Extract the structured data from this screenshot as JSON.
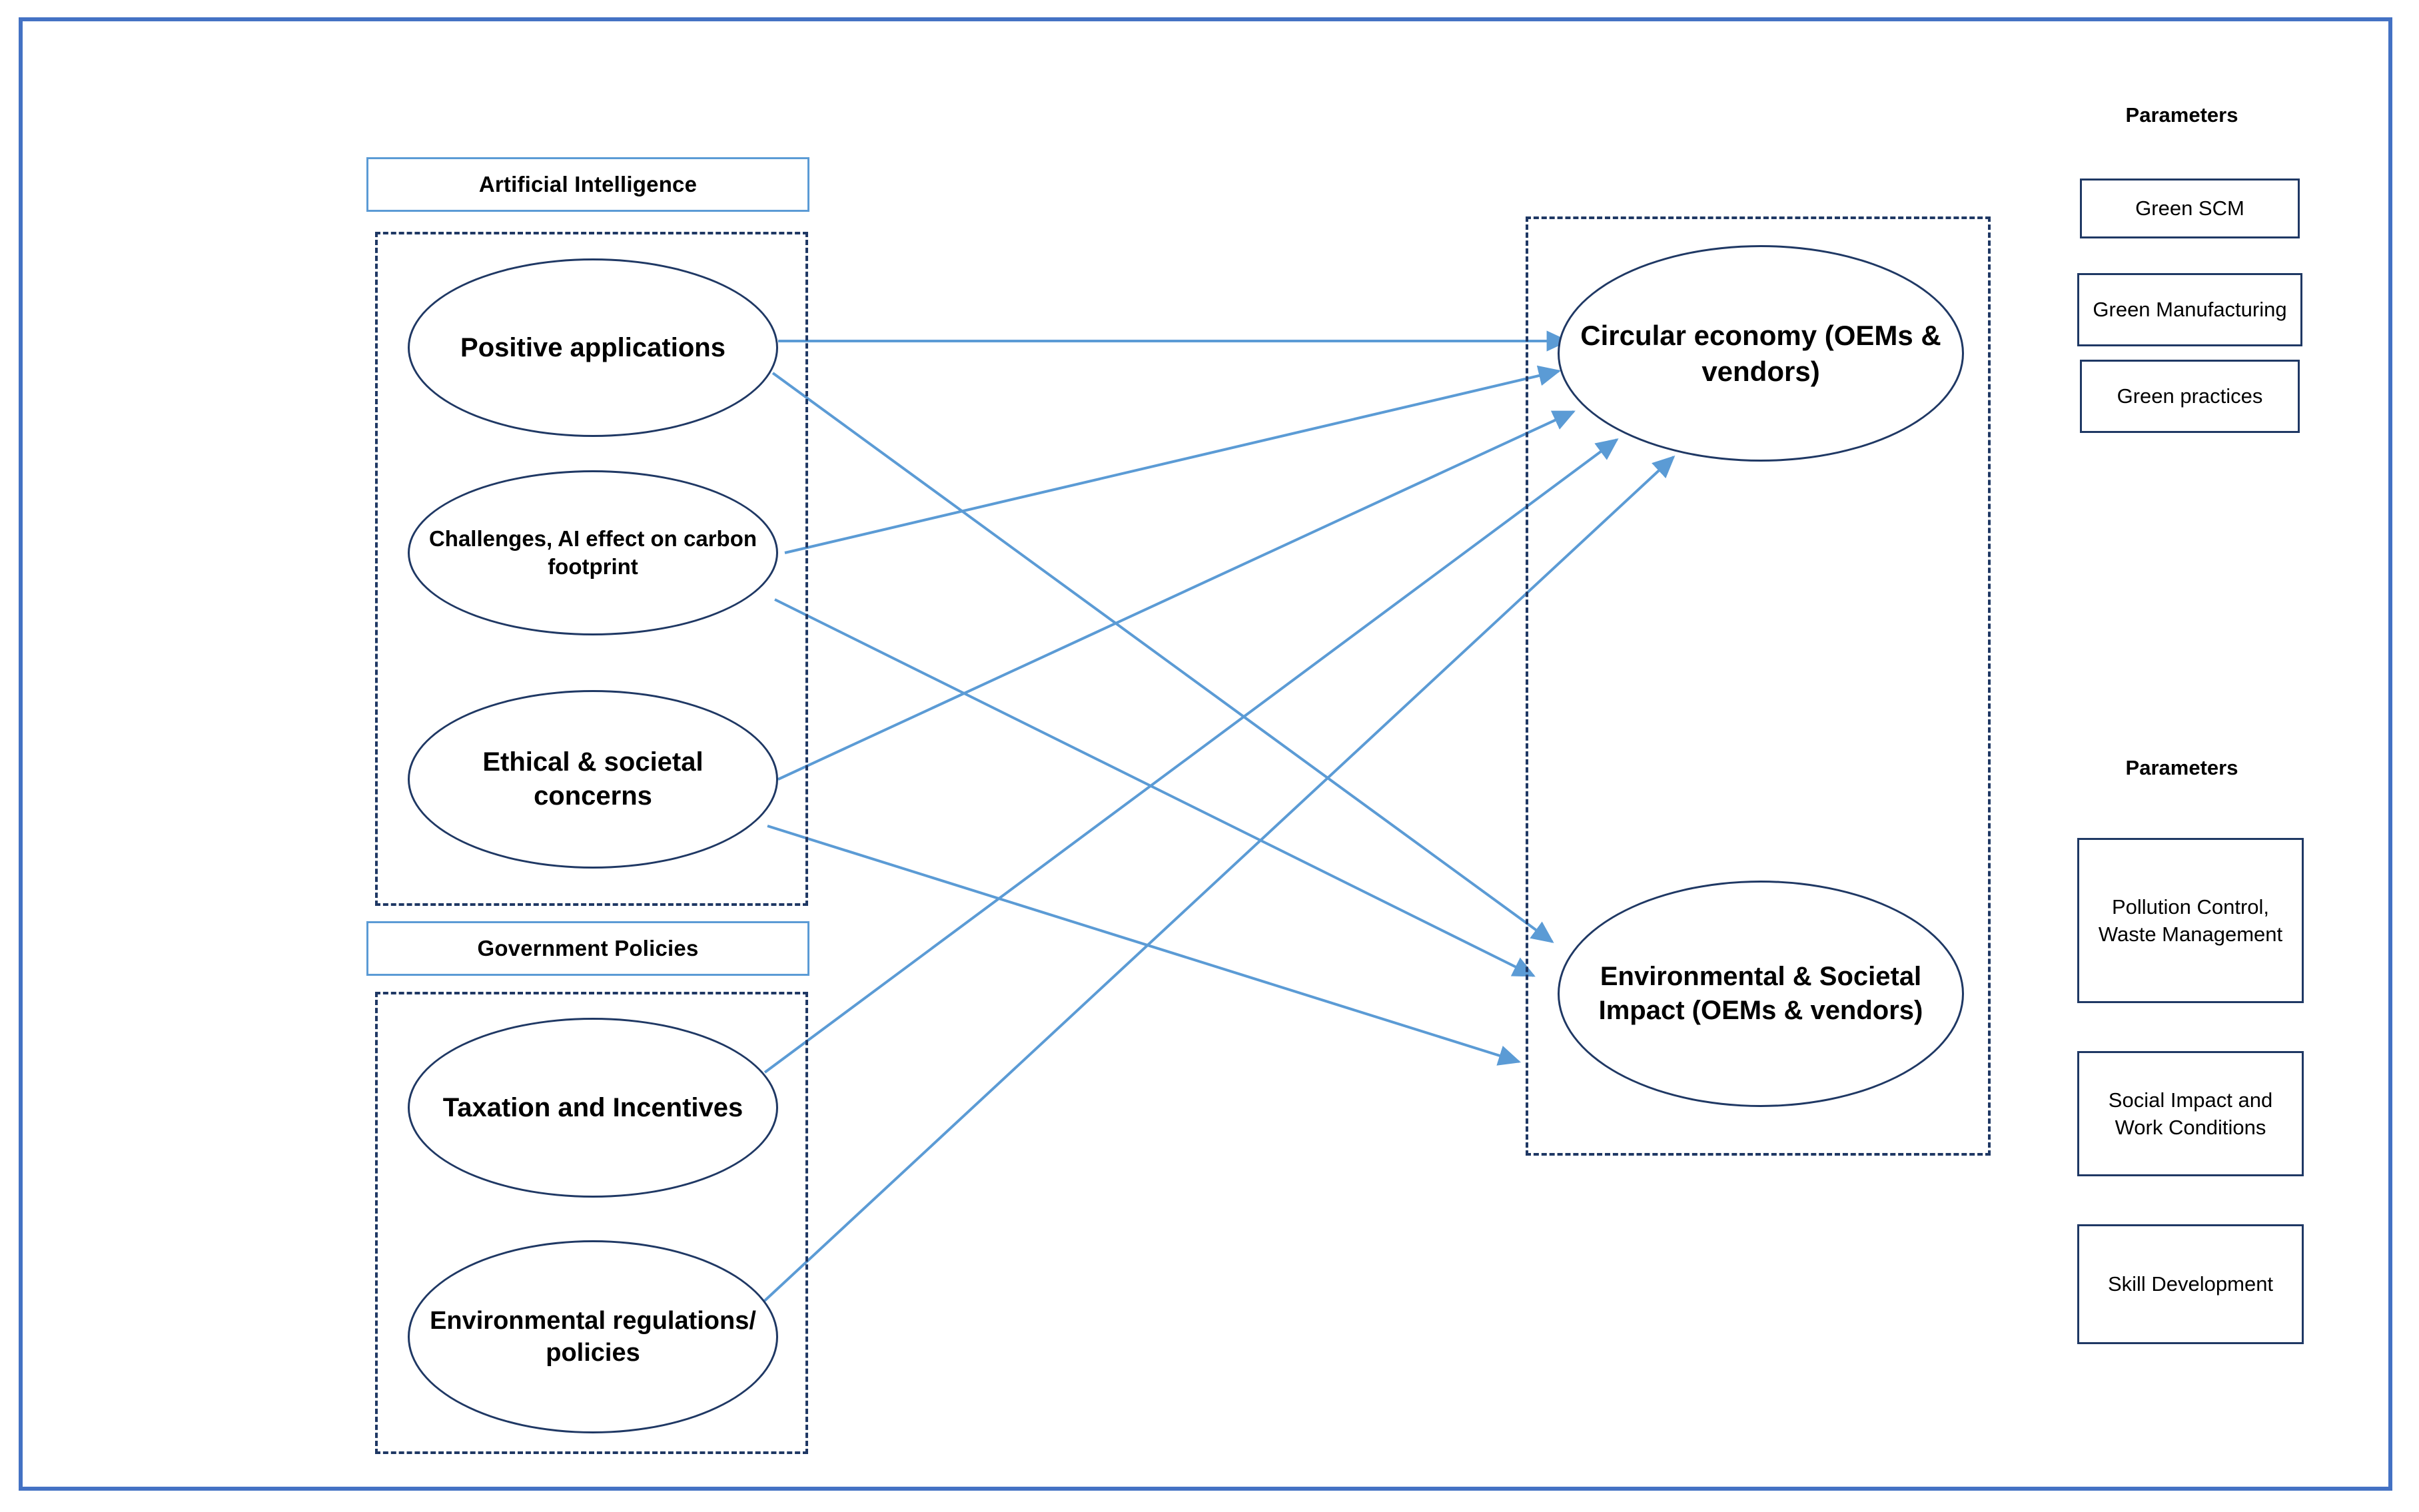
{
  "frame": {
    "accent_color": "#4472C4"
  },
  "groups": [
    {
      "header": "Artificial Intelligence",
      "nodes": [
        "Positive applications",
        "Challenges, AI effect on carbon footprint",
        "Ethical & societal concerns"
      ]
    },
    {
      "header": "Government Policies",
      "nodes": [
        "Taxation and Incentives",
        "Environmental regulations/ policies"
      ]
    }
  ],
  "outcomes": {
    "nodes": [
      "Circular economy (OEMs & vendors)",
      "Environmental & Societal Impact (OEMs & vendors)"
    ]
  },
  "parameter_groups": [
    {
      "title": "Parameters",
      "items": [
        "Green SCM",
        "Green Manufacturing",
        "Green practices"
      ]
    },
    {
      "title": "Parameters",
      "items": [
        "Pollution Control, Waste Management",
        "Social Impact and Work Conditions",
        "Skill Development"
      ]
    }
  ],
  "links": {
    "color": "#5B9BD5",
    "edges": [
      {
        "from": "Positive applications",
        "to": "Circular economy (OEMs & vendors)"
      },
      {
        "from": "Positive applications",
        "to": "Environmental & Societal Impact (OEMs & vendors)"
      },
      {
        "from": "Challenges, AI effect on carbon footprint",
        "to": "Circular economy (OEMs & vendors)"
      },
      {
        "from": "Challenges, AI effect on carbon footprint",
        "to": "Environmental & Societal Impact (OEMs & vendors)"
      },
      {
        "from": "Ethical & societal concerns",
        "to": "Circular economy (OEMs & vendors)"
      },
      {
        "from": "Ethical & societal concerns",
        "to": "Environmental & Societal Impact (OEMs & vendors)"
      },
      {
        "from": "Taxation and Incentives",
        "to": "Circular economy (OEMs & vendors)"
      },
      {
        "from": "Environmental regulations/ policies",
        "to": "Circular economy (OEMs & vendors)"
      }
    ]
  }
}
